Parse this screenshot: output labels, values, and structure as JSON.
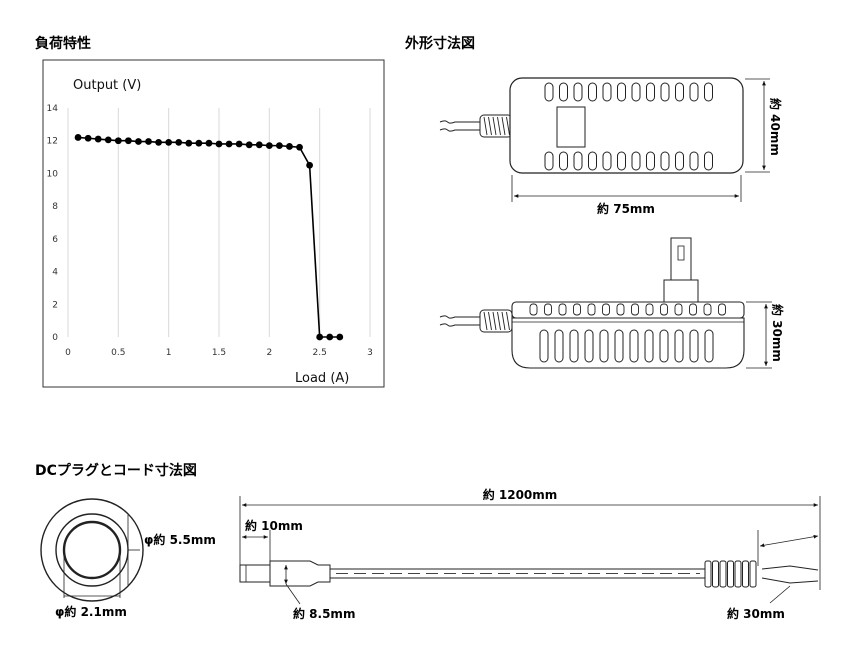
{
  "sections": {
    "load_characteristics": "負荷特性",
    "outline_dimensions": "外形寸法図",
    "dc_plug_cord": "DCプラグとコード寸法図"
  },
  "chart_data": {
    "type": "line",
    "ylabel": "Output (V)",
    "xlabel": "Load (A)",
    "xlim": [
      0,
      3
    ],
    "ylim": [
      0,
      14
    ],
    "x_ticks": [
      "0",
      "0.5",
      "1",
      "1.5",
      "2",
      "2.5",
      "3"
    ],
    "y_ticks": [
      "0",
      "2",
      "4",
      "6",
      "8",
      "10",
      "12",
      "14"
    ],
    "grid": "vertical",
    "series": [
      {
        "color": "#000000",
        "x": [
          0.1,
          0.2,
          0.3,
          0.4,
          0.5,
          0.6,
          0.7,
          0.8,
          0.9,
          1.0,
          1.1,
          1.2,
          1.3,
          1.4,
          1.5,
          1.6,
          1.7,
          1.8,
          1.9,
          2.0,
          2.1,
          2.2,
          2.3,
          2.4,
          2.5,
          2.6,
          2.7
        ],
        "y": [
          12.2,
          12.15,
          12.1,
          12.05,
          12.0,
          12.0,
          11.95,
          11.95,
          11.9,
          11.9,
          11.9,
          11.85,
          11.85,
          11.85,
          11.8,
          11.8,
          11.8,
          11.75,
          11.75,
          11.7,
          11.7,
          11.65,
          11.6,
          10.5,
          0,
          0,
          0
        ]
      }
    ]
  },
  "dimensions": {
    "width": "約 75mm",
    "height_top": "約 40mm",
    "height_side": "約 30mm",
    "outer_diameter": "φ約 5.5mm",
    "inner_diameter": "φ約 2.1mm",
    "cord_length": "約 1200mm",
    "plug_length": "約 10mm",
    "plug_diameter": "約 8.5mm",
    "wire_end": "約 30mm"
  }
}
